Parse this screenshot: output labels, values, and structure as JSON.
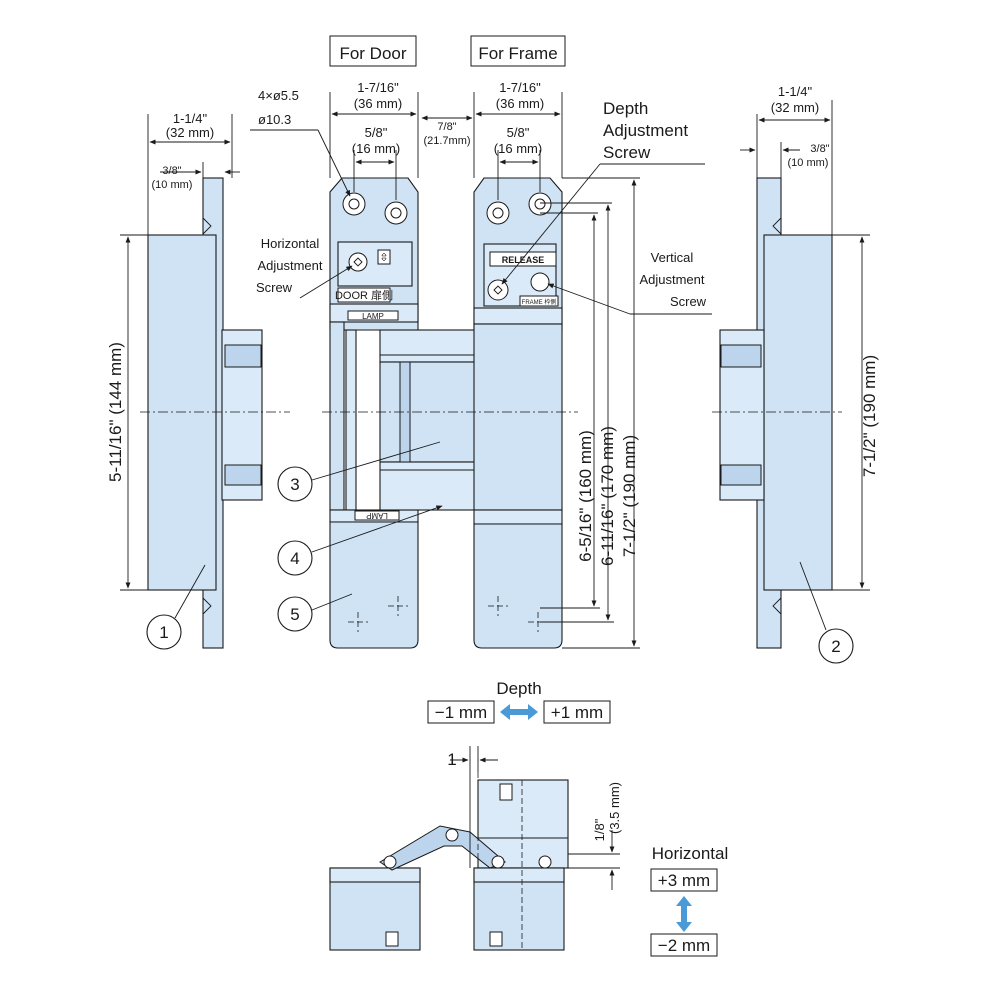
{
  "headers": {
    "door": "For Door",
    "frame": "For Frame"
  },
  "dims": {
    "left_width_in": "1-1/4\"",
    "left_width_mm": "(32 mm)",
    "left_offset_in": "3/8\"",
    "left_offset_mm": "(10 mm)",
    "holes": "4×ø5.5",
    "counterbore": "ø10.3",
    "door_width_in": "1-7/16\"",
    "door_width_mm": "(36 mm)",
    "door_holes_in": "5/8\"",
    "door_holes_mm": "(16 mm)",
    "gap_in": "7/8\"",
    "gap_mm": "(21.7mm)",
    "frame_width_in": "1-7/16\"",
    "frame_width_mm": "(36 mm)",
    "frame_holes_in": "5/8\"",
    "frame_holes_mm": "(16 mm)",
    "right_width_in": "1-1/4\"",
    "right_width_mm": "(32 mm)",
    "right_offset_in": "3/8\"",
    "right_offset_mm": "(10 mm)",
    "left_height": "5-11/16\"  (144 mm)",
    "h160": "6-5/16\"  (160 mm)",
    "h170": "6-11/16\"  (170 mm)",
    "h190": "7-1/2\"  (190 mm)",
    "right_height": "7-1/2\"  (190 mm)",
    "side_gap": "1",
    "side_depth_in": "1/8\"",
    "side_depth_mm": "(3.5 mm)"
  },
  "callouts": {
    "depth_screw": [
      "Depth",
      "Adjustment",
      "Screw"
    ],
    "horizontal_screw": [
      "Horizontal",
      "Adjustment",
      "Screw"
    ],
    "vertical_screw": [
      "Vertical",
      "Adjustment",
      "Screw"
    ]
  },
  "part_numbers": [
    "1",
    "2",
    "3",
    "4",
    "5"
  ],
  "plate_labels": {
    "door": "DOOR 扉側",
    "lamp": "LAMP",
    "release": "RELEASE",
    "frame": "FRAME 枠側"
  },
  "depth": {
    "title": "Depth",
    "minus": "−1 mm",
    "plus": "+1 mm"
  },
  "horizontal": {
    "title": "Horizontal",
    "plus": "+3 mm",
    "minus": "−2 mm"
  },
  "colors": {
    "part_fill": "#cfe3f5",
    "arrow": "#4a9ad8",
    "line": "#1a1a1a"
  }
}
